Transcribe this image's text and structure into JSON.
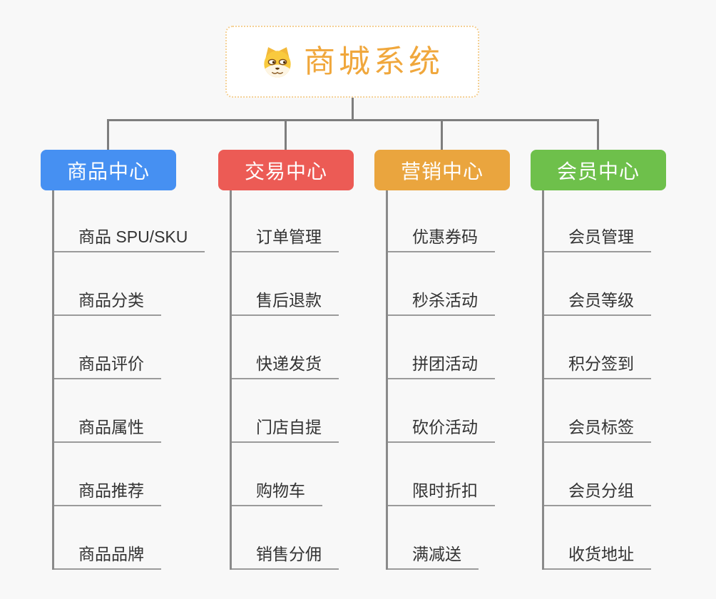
{
  "root": {
    "title": "商城系统",
    "icon": "doge-icon"
  },
  "branches": [
    {
      "label": "商品中心",
      "color": "#4690f2",
      "children": [
        "商品 SPU/SKU",
        "商品分类",
        "商品评价",
        "商品属性",
        "商品推荐",
        "商品品牌"
      ]
    },
    {
      "label": "交易中心",
      "color": "#ec5b55",
      "children": [
        "订单管理",
        "售后退款",
        "快递发货",
        "门店自提",
        "购物车",
        "销售分佣"
      ]
    },
    {
      "label": "营销中心",
      "color": "#eaa53e",
      "children": [
        "优惠券码",
        "秒杀活动",
        "拼团活动",
        "砍价活动",
        "限时折扣",
        "满减送"
      ]
    },
    {
      "label": "会员中心",
      "color": "#6ec04b",
      "children": [
        "会员管理",
        "会员等级",
        "积分签到",
        "会员标签",
        "会员分组",
        "收货地址"
      ]
    }
  ],
  "colors": {
    "canvas_bg": "#f8f8f8",
    "root_accent": "#f0a73c",
    "root_border": "#f4d094",
    "connector": "#7e7e7e",
    "leaf_underline": "#9b9b9b",
    "leaf_text": "#333333"
  }
}
